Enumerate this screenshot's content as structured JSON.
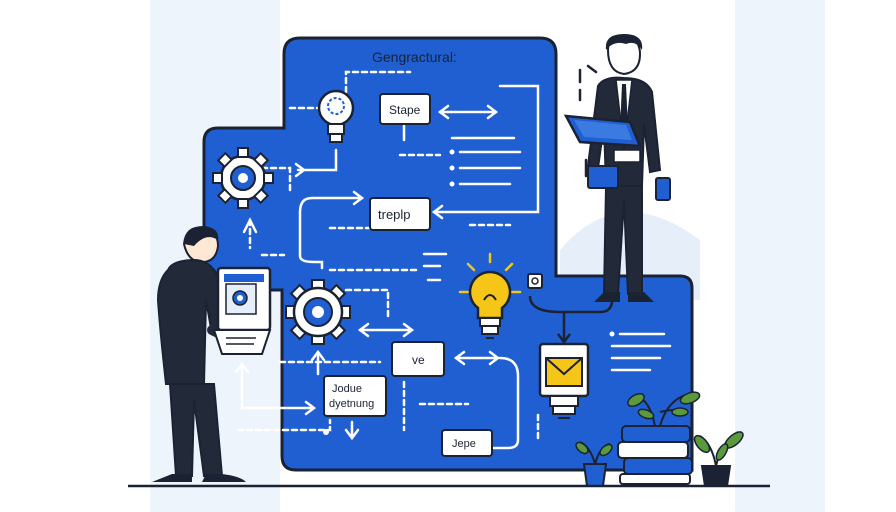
{
  "board": {
    "title": "Gengractural:",
    "box_top": "Stape",
    "box_mid": "treplp",
    "box_ve": "ve",
    "box_jodue_line1": "Jodue",
    "box_jodue_line2": "dyetnung",
    "box_bottom": "Jepe"
  },
  "colors": {
    "board_blue": "#1f5fd1",
    "ink": "#1b2233",
    "bulb_yellow": "#f5c518",
    "plant_green": "#5a9a3c",
    "suit": "#222a3a"
  },
  "icons": [
    "lightbulb-icon",
    "gear-icon",
    "envelope-icon",
    "laptop-icon",
    "tablet-icon",
    "plant-icon",
    "books-icon"
  ]
}
